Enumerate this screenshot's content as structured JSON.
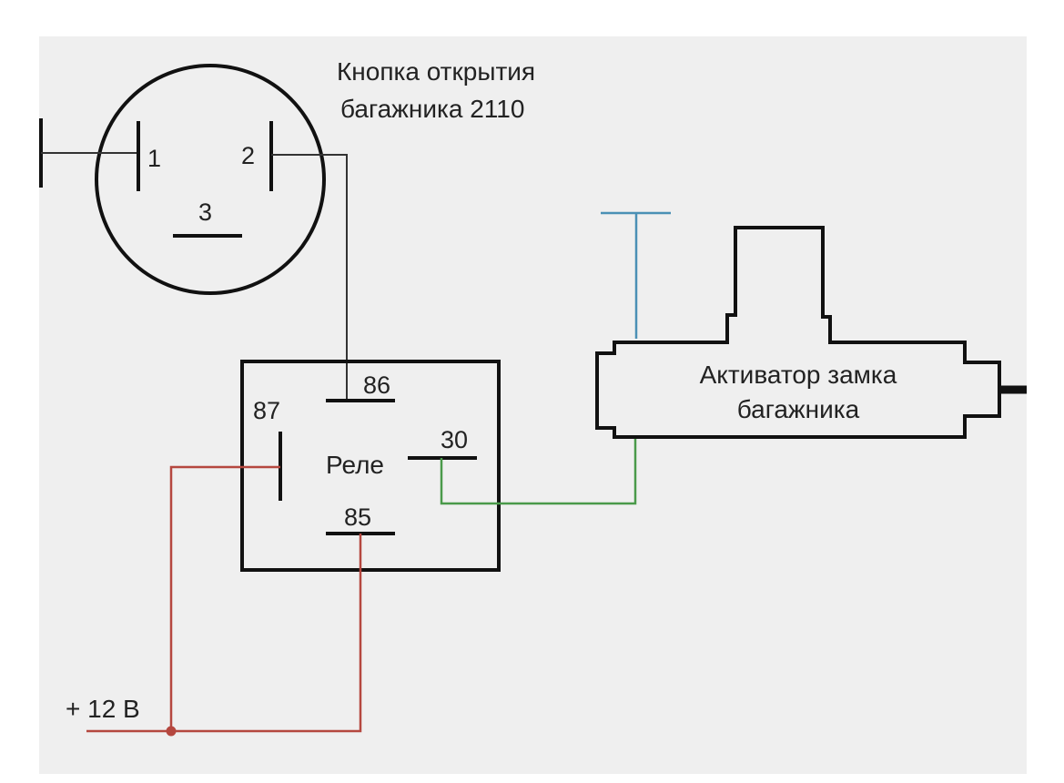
{
  "button": {
    "title_line1": "Кнопка открытия",
    "title_line2": "багажника 2110",
    "pin1": "1",
    "pin2": "2",
    "pin3": "3"
  },
  "relay": {
    "label": "Реле",
    "pin86": "86",
    "pin87": "87",
    "pin30": "30",
    "pin85": "85"
  },
  "actuator": {
    "label_line1": "Активатор замка",
    "label_line2": "багажника"
  },
  "power": {
    "label": "+ 12 В"
  },
  "colors": {
    "background_panel": "#efefef",
    "outline": "#111111",
    "wire_button": "#333333",
    "wire_power": "#b5473f",
    "wire_actuator": "#4a9a4a",
    "wire_ground": "#4a90b5"
  }
}
